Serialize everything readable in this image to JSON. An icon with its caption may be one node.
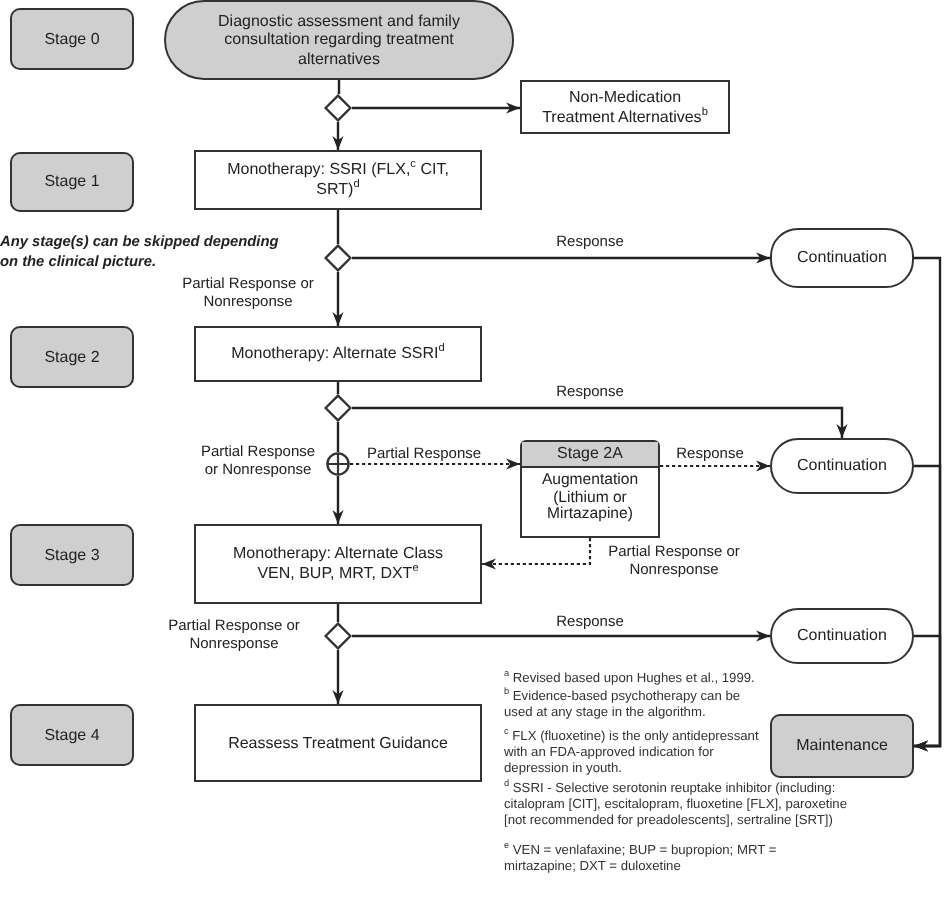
{
  "diagram": {
    "nodes": [
      {
        "text": [
          "Stage 0"
        ]
      },
      {
        "text": [
          "Diagnostic assessment and family consultation regarding treatment alternatives"
        ]
      },
      {
        "text": [],
        "shape": "diamond"
      },
      {
        "text": [
          "Non-Medication Treatment Alternatives$^{b}$"
        ]
      },
      {
        "text": [
          "Stage 1"
        ]
      },
      {
        "text": [
          "Monotherapy: SSRI (FLX,$^{c}$ CIT, SRT)$^{d}$"
        ]
      },
      {
        "text": [],
        "shape": "diamond"
      },
      {
        "text": [
          "Continuation"
        ]
      },
      {
        "text": [
          "Stage 2"
        ]
      },
      {
        "text": [
          "Monotherapy: Alternate SSRI$^{d}$"
        ]
      },
      {
        "text": [],
        "shape": "diamond"
      },
      {
        "text": [],
        "shape": "circle"
      },
      {
        "text": [
          "Stage 2A",
          "Augmentation (Lithium or Mirtazapine)"
        ]
      },
      {
        "text": [
          "Continuation"
        ]
      },
      {
        "text": [
          "Stage 3"
        ]
      },
      {
        "text": [
          "Monotherapy: Alternate Class VEN, BUP, MRT, DXT$^{e}$"
        ]
      },
      {
        "text": [],
        "shape": "diamond"
      },
      {
        "text": [
          "Continuation"
        ]
      },
      {
        "text": [
          "Stage 4"
        ]
      },
      {
        "text": [
          "Reassess Treatment Guidance"
        ]
      },
      {
        "text": [
          "Maintenance"
        ]
      }
    ],
    "edges": [
      {
        "from": 1,
        "to": 2,
        "arrow": "none"
      },
      {
        "from": 2,
        "to": 3,
        "arrow": "to"
      },
      {
        "from": 2,
        "to": 5,
        "arrow": "to"
      },
      {
        "from": 5,
        "to": 6,
        "arrow": "none"
      },
      {
        "from": 6,
        "to": 7,
        "arrow": "to",
        "label": "Response"
      },
      {
        "from": 6,
        "to": 9,
        "arrow": "to",
        "label": "Partial Response or Nonresponse"
      },
      {
        "from": 9,
        "to": 10,
        "arrow": "none"
      },
      {
        "from": 10,
        "to": 13,
        "arrow": "to",
        "label": "Response"
      },
      {
        "from": 10,
        "to": 11,
        "arrow": "none",
        "label": "Partial Response or Nonresponse"
      },
      {
        "from": 11,
        "to": 15,
        "arrow": "to"
      },
      {
        "from": 11,
        "to": 12,
        "arrow": "to",
        "label": "Partial Response",
        "style": "dashed"
      },
      {
        "from": 12,
        "to": 13,
        "arrow": "to",
        "label": "Response",
        "style": "dashed"
      },
      {
        "from": 12,
        "to": 15,
        "arrow": "to",
        "label": "Partial Response or Nonresponse",
        "style": "dashed"
      },
      {
        "from": 15,
        "to": 16,
        "arrow": "none"
      },
      {
        "from": 16,
        "to": 17,
        "arrow": "to",
        "label": "Response"
      },
      {
        "from": 16,
        "to": 19,
        "arrow": "to",
        "label": "Partial Response or Nonresponse"
      },
      {
        "from": 7,
        "to": 20,
        "arrow": "to"
      },
      {
        "from": 13,
        "to": 20,
        "arrow": "to"
      },
      {
        "from": 17,
        "to": 20,
        "arrow": "to"
      }
    ],
    "labels": [
      "Any stage(s) can be skipped depending on the clinical picture.",
      "$^{a}$ Revised based upon Hughes et al., 1999.",
      "$^{b}$ Evidence-based psychotherapy can be used at any stage in the algorithm.",
      "$^{c}$ FLX (fluoxetine) is the only antidepressant with an FDA-approved indication for depression in youth.",
      "$^{d}$ SSRI - Selective serotonin reuptake inhibitor (including: citalopram [CIT], escitalopram, fluoxetine [FLX], paroxetine [not recommended for preadolescents], sertraline [SRT])",
      "$^{e}$ VEN = venlafaxine; BUP = bupropion; MRT = mirtazapine; DXT = duloxetine"
    ]
  }
}
